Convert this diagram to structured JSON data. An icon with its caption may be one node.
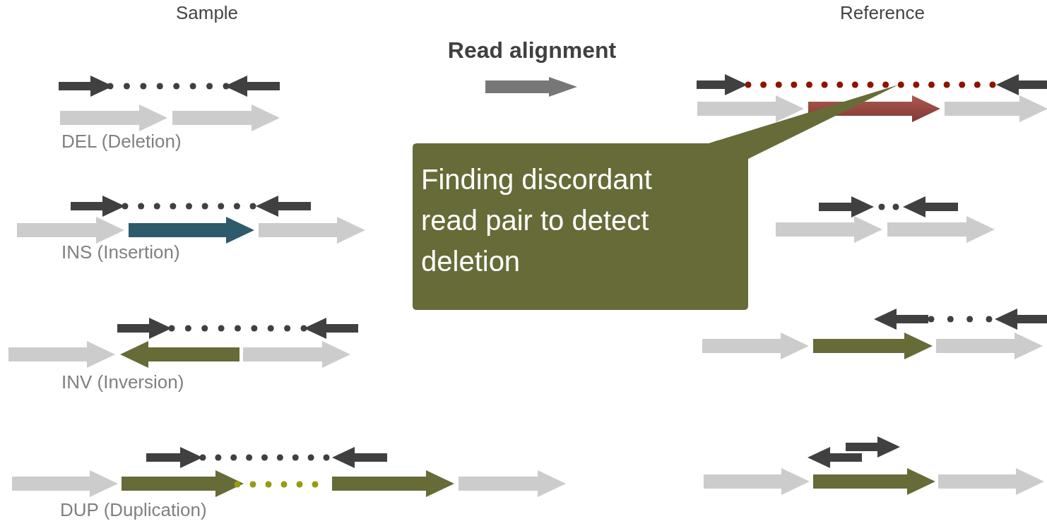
{
  "diagram": {
    "nodes": [
      {
        "text": [
          "Finding discordant read pair to detect deletion"
        ]
      }
    ],
    "labels": [
      "Sample",
      "Reference",
      "Read alignment",
      "DEL (Deletion)",
      "INS (Insertion)",
      "INV (Inversion)",
      "DUP (Duplication)"
    ]
  }
}
